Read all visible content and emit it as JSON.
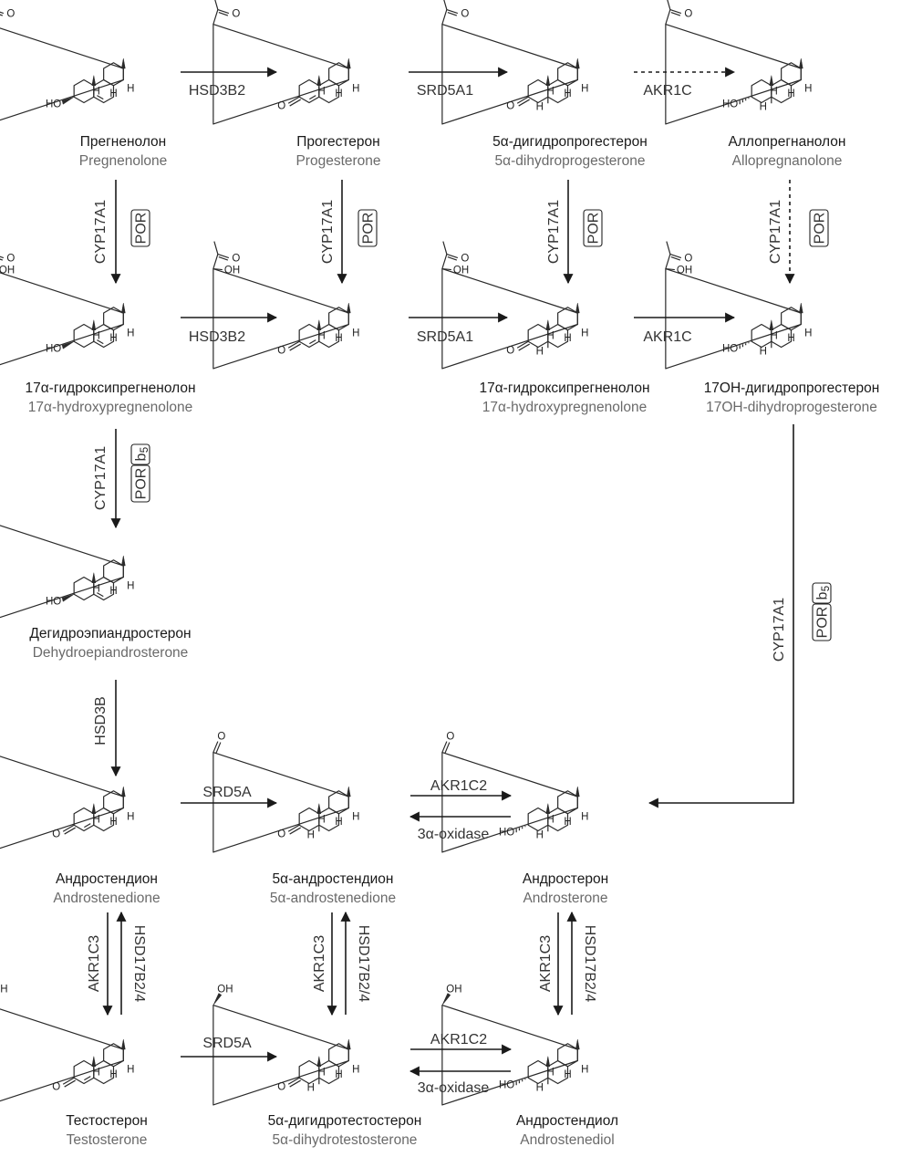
{
  "compounds": {
    "preg": {
      "ru": "Прегненолон",
      "en": "Pregnenolone"
    },
    "prog": {
      "ru": "Прогестерон",
      "en": "Progesterone"
    },
    "dhp": {
      "ru": "5α-дигидропрогестерон",
      "en": "5α-dihydroprogesterone"
    },
    "allo": {
      "ru": "Аллопрегнанолон",
      "en": "Allopregnanolone"
    },
    "ohpreg": {
      "ru": "17α-гидроксипрегненолон",
      "en": "17α-hydroxypregnenolone"
    },
    "ohdhpreg": {
      "ru": "17α-гидроксипрегненолон",
      "en": "17α-hydroxypregnenolone"
    },
    "ohdhp": {
      "ru": "17ОН-дигидропрогестерон",
      "en": "17OH-dihydroprogesterone"
    },
    "dhea": {
      "ru": "Дегидроэпиандростерон",
      "en": "Dehydroepiandrosterone"
    },
    "andro": {
      "ru": "Андростендион",
      "en": "Androstenedione"
    },
    "a5andro": {
      "ru": "5α-андростендион",
      "en": "5α-androstenedione"
    },
    "androsterone": {
      "ru": "Андростерон",
      "en": "Androsterone"
    },
    "testo": {
      "ru": "Тестостерон",
      "en": "Testosterone"
    },
    "dht": {
      "ru": "5α-дигидротестостерон",
      "en": "5α-dihydrotestosterone"
    },
    "androdiol": {
      "ru": "Андростендиол",
      "en": "Androstenediol"
    }
  },
  "enzymes": {
    "hsd3b2": "HSD3B2",
    "srd5a1": "SRD5A1",
    "akr1c": "AKR1C",
    "cyp17a1": "CYP17A1",
    "por": "POR",
    "b5": "b",
    "b5_sub": "5",
    "hsd3b": "HSD3B",
    "srd5a": "SRD5A",
    "akr1c2": "AKR1C2",
    "oxidase": "3α-oxidase",
    "akr1c3": "AKR1C3",
    "hsd17b": "HSD17B2/4"
  },
  "atoms": {
    "ho": "HO",
    "o": "O",
    "oh": "OH",
    "h": "H"
  }
}
